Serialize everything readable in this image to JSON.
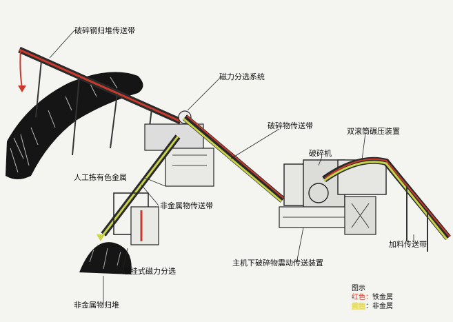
{
  "colors": {
    "ferrous": "#c93a2c",
    "nonferrous": "#c8d24a",
    "belt_frame": "#2a2a2a",
    "pile": "#151515"
  },
  "labels": {
    "stockpile_conveyor": "破碎钢归堆传送带",
    "magnetic_separation": "磁力分选系统",
    "crushed_conveyor": "破碎物传送带",
    "twin_roller": "双滚筒碾压装置",
    "crusher": "破碎机",
    "manual_sorting": "人工拣有色金属",
    "nonferrous_conveyor": "非金属物传送带",
    "feed_conveyor": "加料传送带",
    "vibrating_conveyor": "主机下破碎物震动传送装置",
    "suspended_magnet": "悬挂式磁力分选",
    "nonferrous_pile": "非金属物归堆"
  },
  "legend": {
    "title": "图示",
    "red_label": "红色",
    "red_text": "铁金属",
    "yellow_label": "黄色",
    "yellow_text": "非金属"
  }
}
